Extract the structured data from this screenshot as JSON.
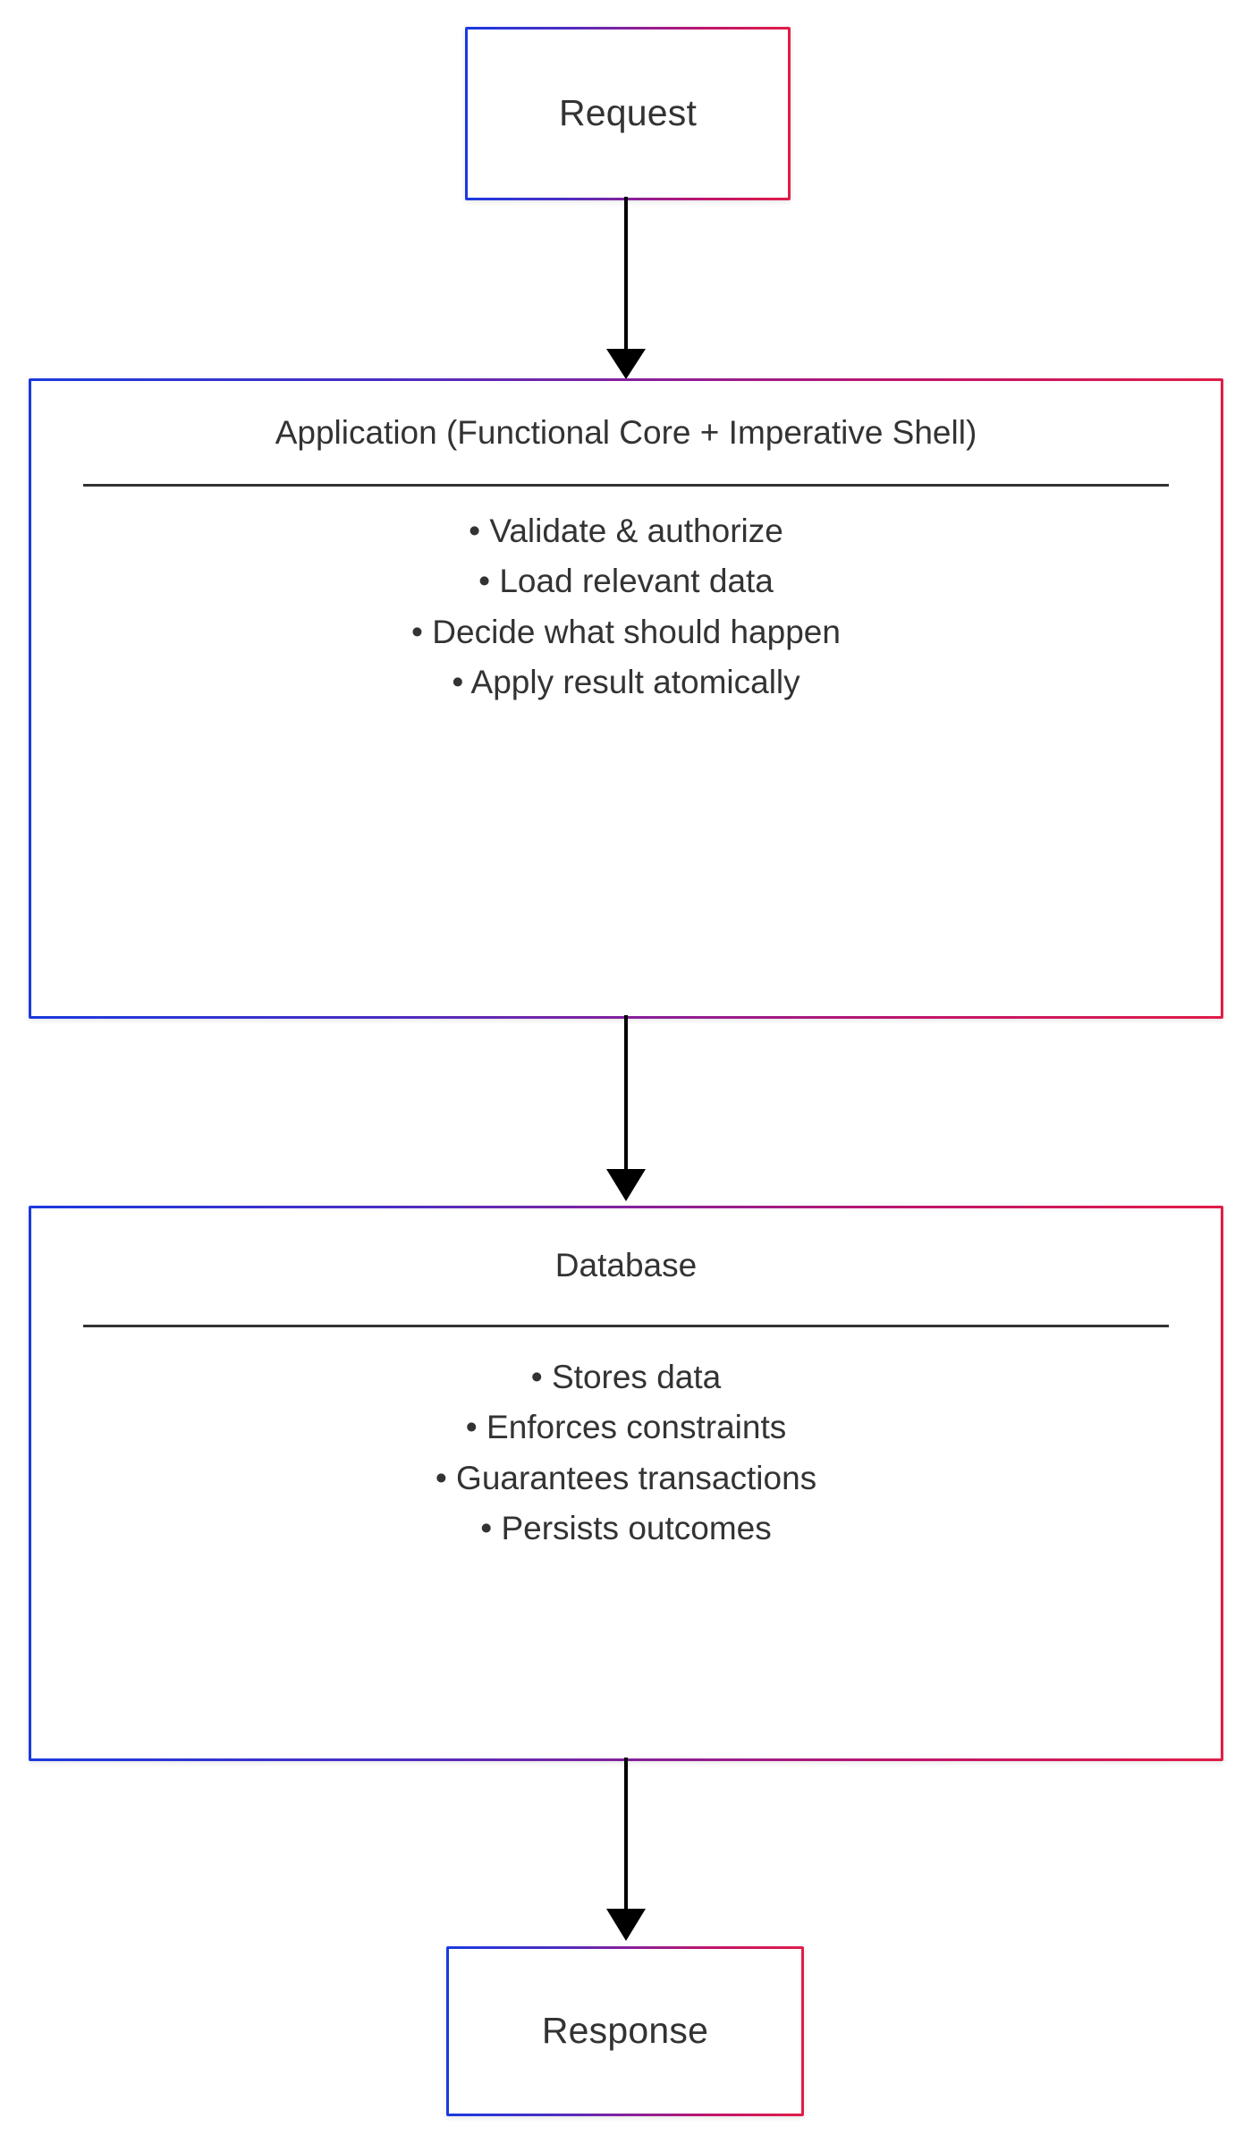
{
  "diagram": {
    "type": "flowchart",
    "direction": "top-to-bottom",
    "accent_gradient_start": "#1a3ae0",
    "accent_gradient_end": "#e11d48",
    "text_color": "#333333",
    "background": "#ffffff",
    "arrow_color": "#000000"
  },
  "nodes": {
    "request": {
      "label": "Request",
      "shape": "rectangle"
    },
    "application": {
      "title": "Application (Functional Core + Imperative Shell)",
      "items": [
        "• Validate & authorize",
        "• Load relevant data",
        "• Decide what should happen",
        "• Apply result atomically"
      ]
    },
    "database": {
      "title": "Database",
      "items": [
        "• Stores data",
        "• Enforces constraints",
        "• Guarantees transactions",
        "• Persists outcomes"
      ]
    },
    "response": {
      "label": "Response",
      "shape": "rectangle"
    }
  },
  "edges": [
    {
      "from": "Request",
      "to": "Application (Functional Core + Imperative Shell)",
      "label": ""
    },
    {
      "from": "Application (Functional Core + Imperative Shell)",
      "to": "Database",
      "label": ""
    },
    {
      "from": "Database",
      "to": "Response",
      "label": ""
    }
  ]
}
